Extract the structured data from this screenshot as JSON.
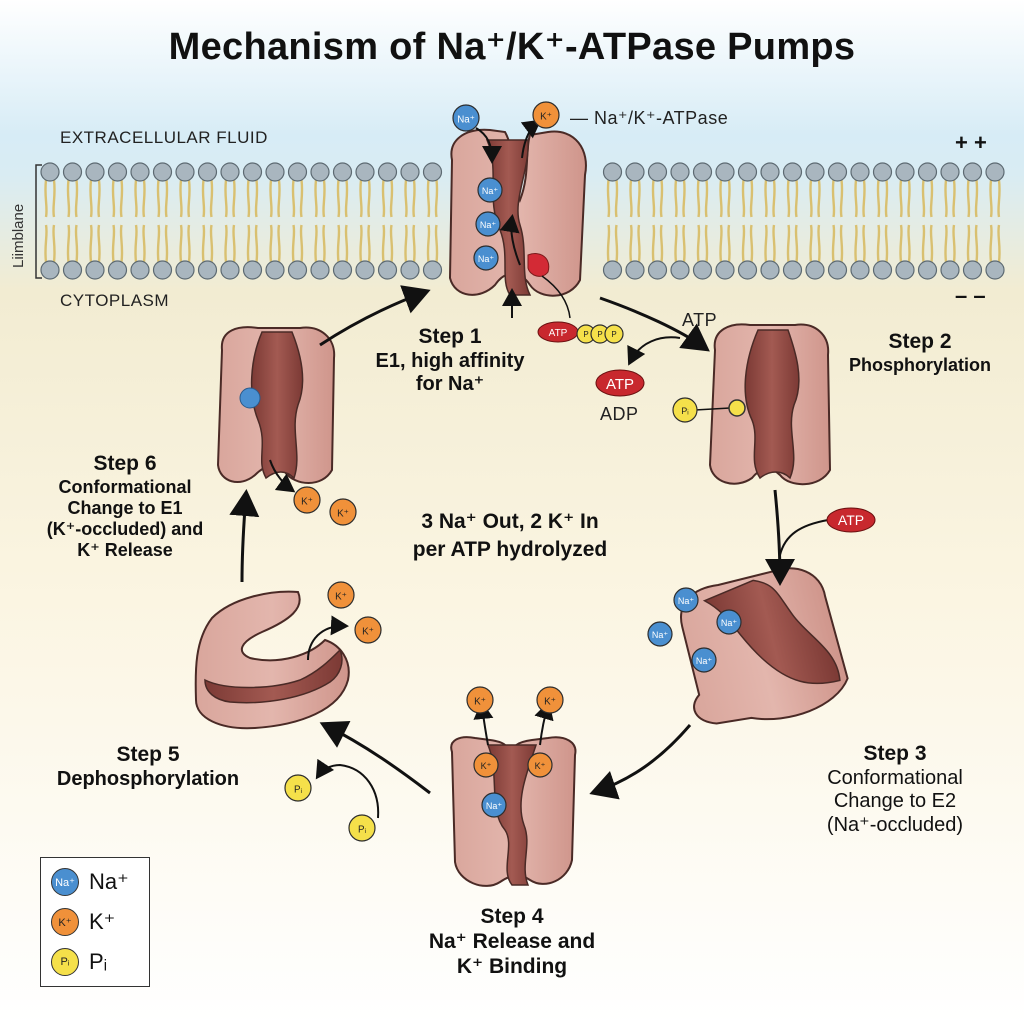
{
  "title": "Mechanism of Na⁺/K⁺-ATPase Pumps",
  "membrane": {
    "top_label": "EXTRACELLULAR FLUID",
    "bottom_label": "CYTOPLASM",
    "side_label": "Liimblane",
    "top_charge": "+ +",
    "bottom_charge": "– –",
    "pump_label": "— Na⁺/K⁺-ATPase"
  },
  "steps": {
    "step1": {
      "heading": "Step 1",
      "line1": "E1, high affinity",
      "line2": "for Na⁺"
    },
    "step2": {
      "heading": "Step 2",
      "line1": "Phosphorylation"
    },
    "step3": {
      "heading": "Step 3",
      "line1": "Conformational",
      "line2": "Change to E2",
      "line3": "(Na⁺-occluded)"
    },
    "step4": {
      "heading": "Step 4",
      "line1": "Na⁺ Release and",
      "line2": "K⁺ Binding"
    },
    "step5": {
      "heading": "Step 5",
      "line1": "Dephosphorylation"
    },
    "step6": {
      "heading": "Step 6",
      "line1": "Conformational",
      "line2": "Change to E1",
      "line3": "(K⁺-occluded) and",
      "line4": "K⁺ Release"
    }
  },
  "center_note": {
    "line1": "3 Na⁺ Out, 2 K⁺ In",
    "line2": "per ATP hydrolyzed"
  },
  "chemicals": {
    "atp": "ATP",
    "adp": "ADP",
    "pi": "Pᵢ",
    "na_ion": "Na⁺",
    "k_ion": "K⁺",
    "p_letter": "P"
  },
  "legend": {
    "na": {
      "symbol": "Na⁺",
      "label": "Na⁺"
    },
    "k": {
      "symbol": "K⁺",
      "label": "K⁺"
    },
    "pi": {
      "symbol": "Pᵢ",
      "label": "Pᵢ"
    }
  },
  "colors": {
    "protein": "#d7a39a",
    "protein_edge": "#4a2a26",
    "channel": "#8f4a44",
    "na": "#4a8fd0",
    "k": "#f0913a",
    "pi": "#f5e04a",
    "atp": "#c8282e",
    "lipid_head": "#a9b6bf",
    "lipid_tail": "#d9c070"
  }
}
